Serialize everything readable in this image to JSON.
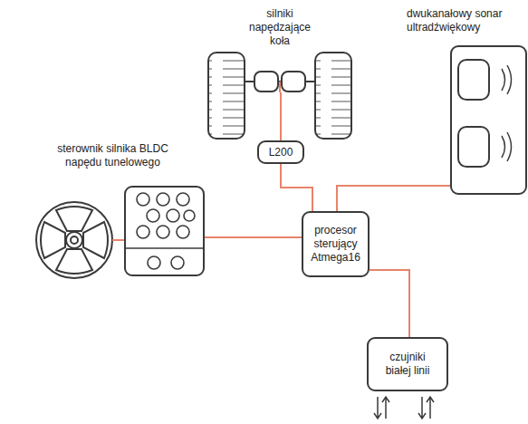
{
  "diagram": {
    "nodes": [
      {
        "text": [
          "silniki napędzające koła"
        ]
      },
      {
        "text": [
          "dwukanałowy sonar ultradźwiękowy"
        ]
      },
      {
        "text": [
          "sterownik silnika BLDC napędu tunelowego"
        ]
      },
      {
        "text": [
          "L200"
        ]
      },
      {
        "text": [
          "procesor sterujący Atmega16"
        ]
      },
      {
        "text": [
          "czujniki białej linii"
        ]
      }
    ],
    "edges": [
      {
        "from": 0,
        "to": 3,
        "arrow": "none"
      },
      {
        "from": 3,
        "to": 4,
        "arrow": "none"
      },
      {
        "from": 4,
        "to": 1,
        "arrow": "none"
      },
      {
        "from": 2,
        "to": 4,
        "arrow": "none"
      },
      {
        "from": 4,
        "to": 5,
        "arrow": "none"
      }
    ]
  }
}
